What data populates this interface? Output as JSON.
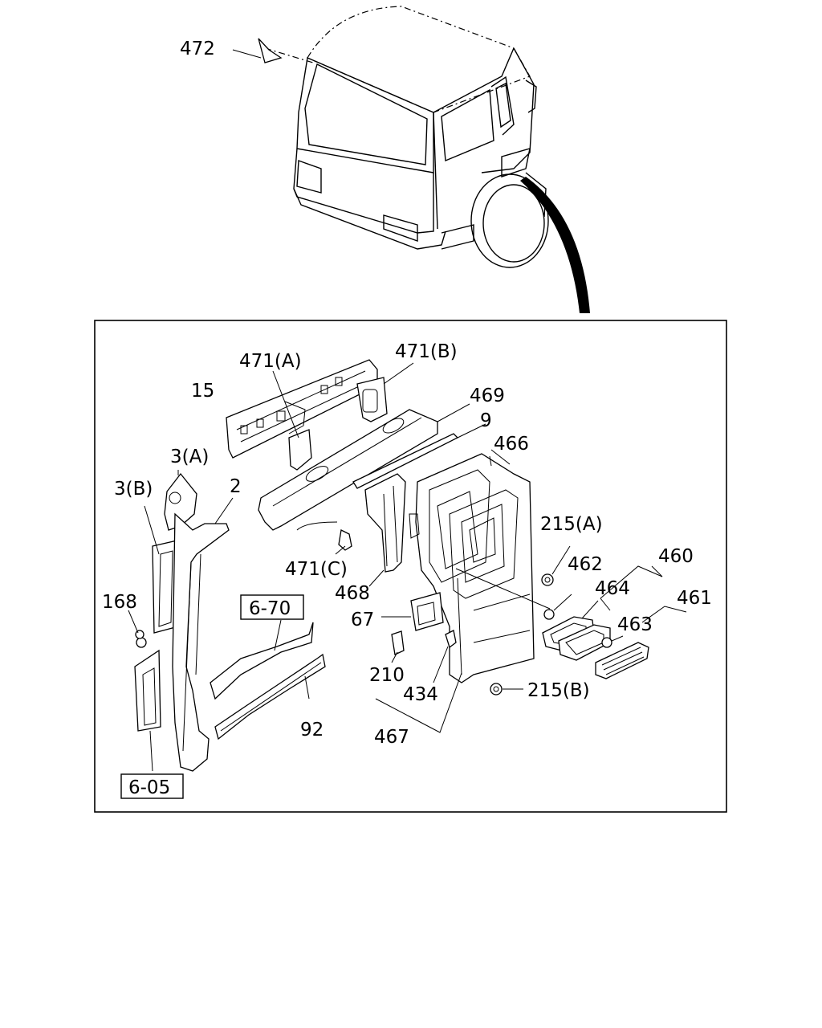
{
  "labels": {
    "l472": "472",
    "l471A": "471(A)",
    "l471B": "471(B)",
    "l15": "15",
    "l469": "469",
    "l9": "9",
    "l466": "466",
    "l3A": "3(A)",
    "l3B": "3(B)",
    "l2": "2",
    "l215A": "215(A)",
    "l460": "460",
    "l462": "462",
    "l464": "464",
    "l461": "461",
    "l463": "463",
    "l471C": "471(C)",
    "l468": "468",
    "l168": "168",
    "l670": "6-70",
    "l67": "67",
    "l210": "210",
    "l434": "434",
    "l215B": "215(B)",
    "l92": "92",
    "l467": "467",
    "l605": "6-05"
  }
}
